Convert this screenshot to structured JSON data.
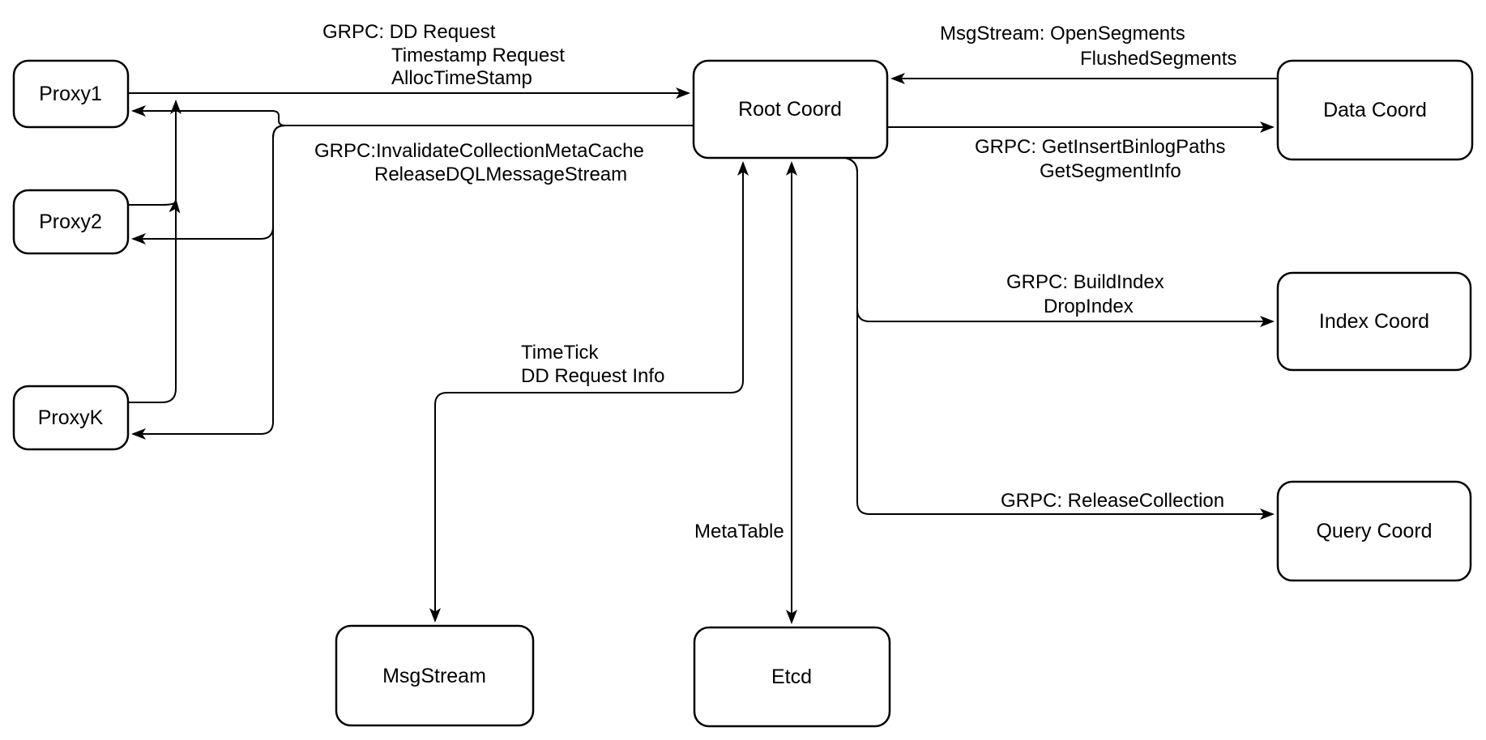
{
  "diagram": {
    "title": "Root Coord architecture diagram",
    "colors": {
      "background": "#ffffff",
      "node_fill": "#ffffff",
      "stroke": "#000000",
      "text": "#000000"
    },
    "nodes": {
      "proxy1": {
        "label": "Proxy1"
      },
      "proxy2": {
        "label": "Proxy2"
      },
      "proxyk": {
        "label": "ProxyK"
      },
      "root": {
        "label": "Root Coord"
      },
      "data": {
        "label": "Data Coord"
      },
      "index": {
        "label": "Index Coord"
      },
      "query": {
        "label": "Query Coord"
      },
      "msgstream": {
        "label": "MsgStream"
      },
      "etcd": {
        "label": "Etcd"
      }
    },
    "edge_labels": {
      "proxies_to_root": {
        "lines": [
          "GRPC: DD Request",
          "Timestamp Request",
          "AllocTimeStamp"
        ]
      },
      "root_to_proxies": {
        "lines": [
          "GRPC:InvalidateCollectionMetaCache",
          "ReleaseDQLMessageStream"
        ]
      },
      "data_to_root": {
        "lines": [
          "MsgStream: OpenSegments",
          "FlushedSegments"
        ]
      },
      "root_to_data": {
        "lines": [
          "GRPC: GetInsertBinlogPaths",
          "GetSegmentInfo"
        ]
      },
      "root_to_index": {
        "lines": [
          "GRPC: BuildIndex",
          "DropIndex"
        ]
      },
      "root_to_query": {
        "lines": [
          "GRPC: ReleaseCollection"
        ]
      },
      "root_to_msgstream": {
        "lines": [
          "TimeTick",
          "DD Request Info"
        ]
      },
      "root_to_etcd": {
        "lines": [
          "MetaTable"
        ]
      }
    }
  }
}
